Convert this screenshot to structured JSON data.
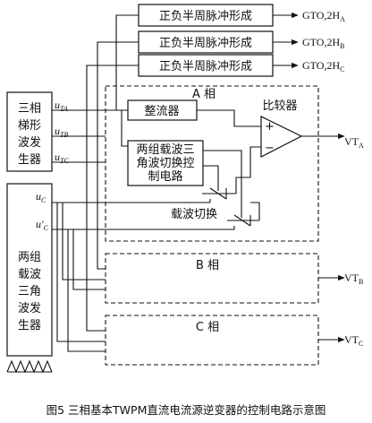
{
  "pulse_blocks": [
    {
      "label": "正负半周脉冲形成",
      "out_main": "GTO,2H",
      "out_sub": "A"
    },
    {
      "label": "正负半周脉冲形成",
      "out_main": "GTO,2H",
      "out_sub": "B"
    },
    {
      "label": "正负半周脉冲形成",
      "out_main": "GTO,2H",
      "out_sub": "C"
    }
  ],
  "trap_gen": {
    "lines": [
      "三相",
      "梯形",
      "波发",
      "生器"
    ]
  },
  "trap_outputs": [
    {
      "main": "u",
      "sub": "TA"
    },
    {
      "main": "u",
      "sub": "TB"
    },
    {
      "main": "u",
      "sub": "TC"
    }
  ],
  "tri_gen": {
    "lines": [
      "两组",
      "载波",
      "三角",
      "波发",
      "生器"
    ]
  },
  "tri_outputs": [
    {
      "main": "u",
      "sub": "C"
    },
    {
      "main": "u′",
      "sub": "C"
    }
  ],
  "phase_a": {
    "title": "A 相",
    "rectifier": "整流器",
    "comparator": "比较器",
    "plus": "+",
    "minus": "−",
    "switch_ctrl_lines": [
      "两组载波三",
      "角波切换控",
      "制电路"
    ],
    "carrier_switch": "载波切换",
    "out_main": "VT",
    "out_sub": "A"
  },
  "phase_b": {
    "title": "B 相",
    "out_main": "VT",
    "out_sub": "B"
  },
  "phase_c": {
    "title": "C 相",
    "out_main": "VT",
    "out_sub": "C"
  },
  "caption": "图5   三相基本TWPM直流电流源逆变器的控制电路示意图"
}
